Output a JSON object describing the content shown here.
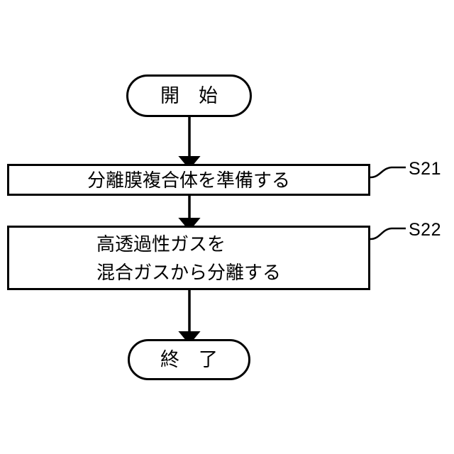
{
  "diagram": {
    "type": "flowchart",
    "orientation": "vertical",
    "background_color": "#ffffff",
    "line_color": "#000000",
    "nodes": {
      "start": {
        "shape": "terminator",
        "label": "開　始"
      },
      "step1": {
        "shape": "process",
        "label": "分離膜複合体を準備する",
        "ref": "S21",
        "align": "center"
      },
      "step2": {
        "shape": "process",
        "label": "高透過性ガスを\n混合ガスから分離する",
        "ref": "S22",
        "align": "left"
      },
      "end": {
        "shape": "terminator",
        "label": "終　了"
      }
    },
    "edges": [
      {
        "from": "start",
        "to": "step1",
        "arrow": "down"
      },
      {
        "from": "step1",
        "to": "step2",
        "arrow": "down"
      },
      {
        "from": "step2",
        "to": "end",
        "arrow": "down"
      }
    ]
  }
}
